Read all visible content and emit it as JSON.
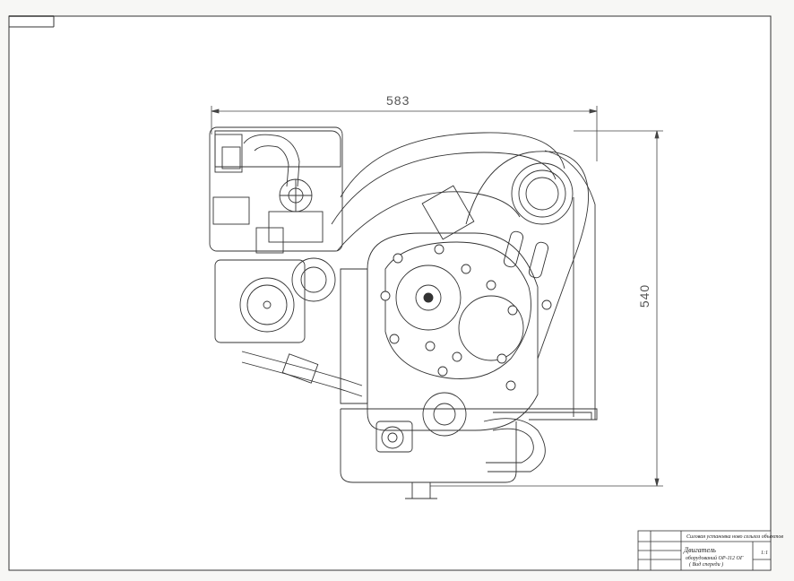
{
  "dimensions": {
    "overall_width": "583",
    "overall_height": "540"
  },
  "title_block": {
    "header": "Силовая установка ново сельхоз объектов",
    "drawing_name_line1": "Двигатель",
    "drawing_name_line2": "оборудований ОР-112 ОГ",
    "drawing_name_line3": "( Вид спереди )",
    "scale": "1:1"
  }
}
